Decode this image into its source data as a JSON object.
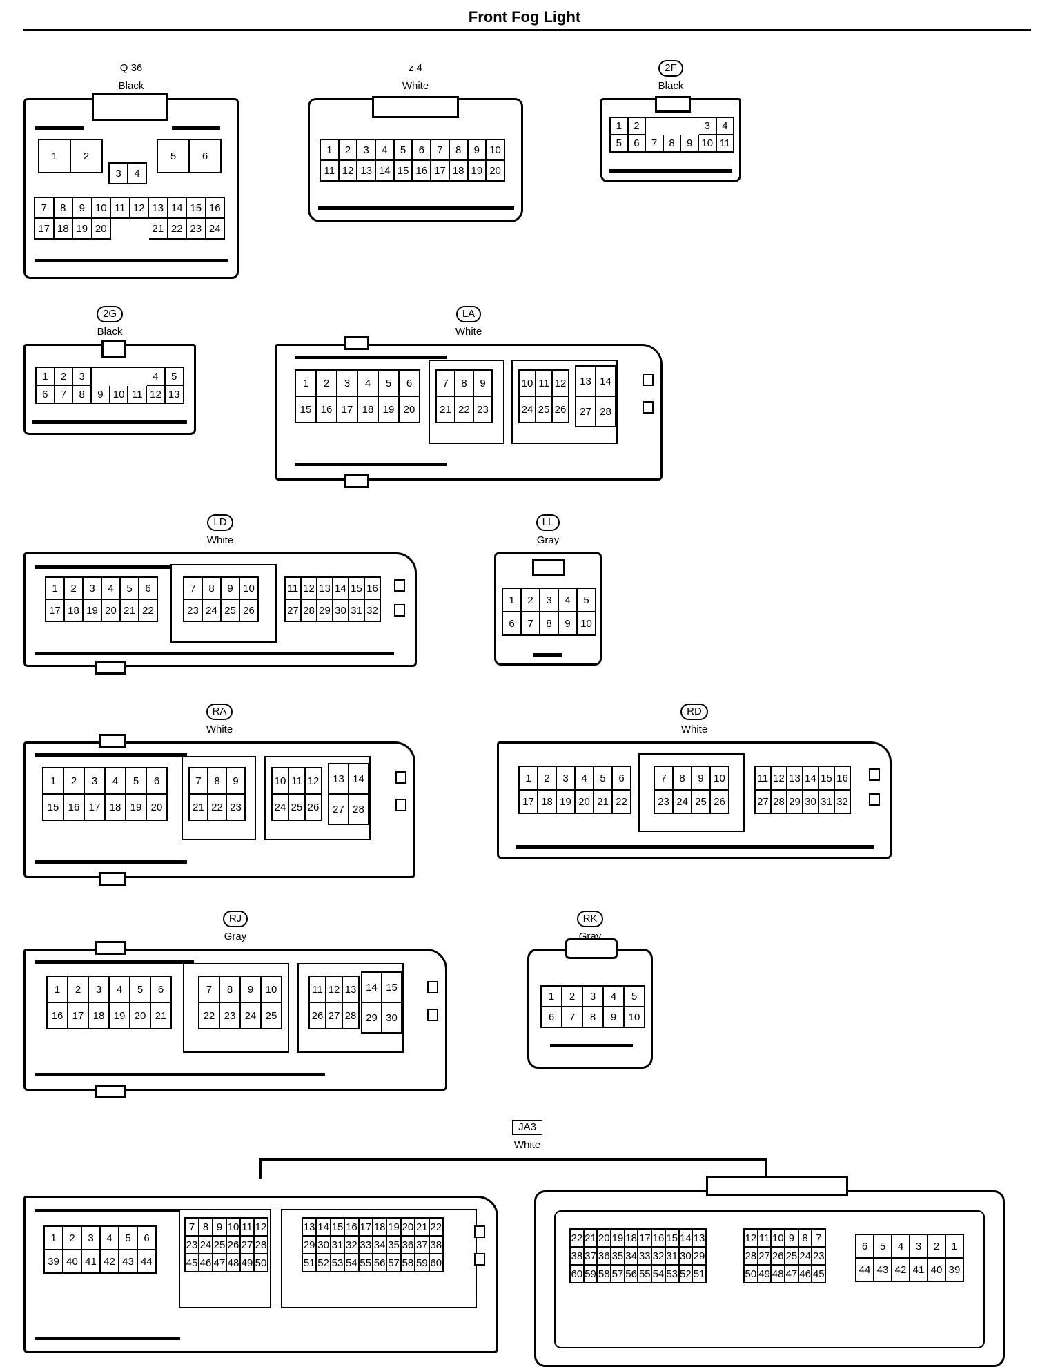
{
  "page": {
    "title": "Front Fog Light"
  },
  "connectors": [
    {
      "id": "Q 36",
      "color": "Black",
      "badge": "plain",
      "blocks": [
        {
          "pins": [
            [
              "1",
              "2"
            ]
          ]
        },
        {
          "pins": [
            [
              "3",
              "4"
            ]
          ]
        },
        {
          "pins": [
            [
              "5",
              "6"
            ]
          ]
        },
        {
          "pins": [
            [
              "7",
              "8",
              "9",
              "10",
              "11",
              "12",
              "13",
              "14",
              "15",
              "16"
            ],
            [
              "17",
              "18",
              "19",
              "20",
              "",
              "",
              "21",
              "22",
              "23",
              "24"
            ]
          ]
        }
      ]
    },
    {
      "id": "z 4",
      "color": "White",
      "badge": "plain",
      "blocks": [
        {
          "pins": [
            [
              "1",
              "2",
              "3",
              "4",
              "5",
              "6",
              "7",
              "8",
              "9",
              "10"
            ],
            [
              "11",
              "12",
              "13",
              "14",
              "15",
              "16",
              "17",
              "18",
              "19",
              "20"
            ]
          ]
        }
      ]
    },
    {
      "id": "2F",
      "color": "Black",
      "badge": "pill",
      "blocks": [
        {
          "pins": [
            [
              "1",
              "2",
              "",
              "",
              "",
              "3",
              "4"
            ],
            [
              "5",
              "6",
              "7",
              "8",
              "9",
              "10",
              "11"
            ]
          ]
        }
      ]
    },
    {
      "id": "2G",
      "color": "Black",
      "badge": "pill",
      "blocks": [
        {
          "pins": [
            [
              "1",
              "2",
              "3",
              "",
              "",
              "",
              "4",
              "5"
            ],
            [
              "6",
              "7",
              "8",
              "9",
              "10",
              "11",
              "12",
              "13"
            ]
          ]
        }
      ]
    },
    {
      "id": "LA",
      "color": "White",
      "badge": "pill",
      "blocks": [
        {
          "pins": [
            [
              "1",
              "2",
              "3",
              "4",
              "5",
              "6"
            ],
            [
              "15",
              "16",
              "17",
              "18",
              "19",
              "20"
            ]
          ]
        },
        {
          "pins": [
            [
              "7",
              "8",
              "9"
            ],
            [
              "21",
              "22",
              "23"
            ]
          ]
        },
        {
          "pins": [
            [
              "10",
              "11",
              "12"
            ],
            [
              "24",
              "25",
              "26"
            ]
          ]
        },
        {
          "pins": [
            [
              "13",
              "14"
            ],
            [
              "27",
              "28"
            ]
          ]
        }
      ]
    },
    {
      "id": "LD",
      "color": "White",
      "badge": "pill",
      "blocks": [
        {
          "pins": [
            [
              "1",
              "2",
              "3",
              "4",
              "5",
              "6"
            ],
            [
              "17",
              "18",
              "19",
              "20",
              "21",
              "22"
            ]
          ]
        },
        {
          "pins": [
            [
              "7",
              "8",
              "9",
              "10"
            ],
            [
              "23",
              "24",
              "25",
              "26"
            ]
          ]
        },
        {
          "pins": [
            [
              "11",
              "12",
              "13",
              "14",
              "15",
              "16"
            ],
            [
              "27",
              "28",
              "29",
              "30",
              "31",
              "32"
            ]
          ]
        }
      ]
    },
    {
      "id": "LL",
      "color": "Gray",
      "badge": "pill",
      "blocks": [
        {
          "pins": [
            [
              "1",
              "2",
              "3",
              "4",
              "5"
            ],
            [
              "6",
              "7",
              "8",
              "9",
              "10"
            ]
          ]
        }
      ]
    },
    {
      "id": "RA",
      "color": "White",
      "badge": "pill",
      "blocks": [
        {
          "pins": [
            [
              "1",
              "2",
              "3",
              "4",
              "5",
              "6"
            ],
            [
              "15",
              "16",
              "17",
              "18",
              "19",
              "20"
            ]
          ]
        },
        {
          "pins": [
            [
              "7",
              "8",
              "9"
            ],
            [
              "21",
              "22",
              "23"
            ]
          ]
        },
        {
          "pins": [
            [
              "10",
              "11",
              "12"
            ],
            [
              "24",
              "25",
              "26"
            ]
          ]
        },
        {
          "pins": [
            [
              "13",
              "14"
            ],
            [
              "27",
              "28"
            ]
          ]
        }
      ]
    },
    {
      "id": "RD",
      "color": "White",
      "badge": "pill",
      "blocks": [
        {
          "pins": [
            [
              "1",
              "2",
              "3",
              "4",
              "5",
              "6"
            ],
            [
              "17",
              "18",
              "19",
              "20",
              "21",
              "22"
            ]
          ]
        },
        {
          "pins": [
            [
              "7",
              "8",
              "9",
              "10"
            ],
            [
              "23",
              "24",
              "25",
              "26"
            ]
          ]
        },
        {
          "pins": [
            [
              "11",
              "12",
              "13",
              "14",
              "15",
              "16"
            ],
            [
              "27",
              "28",
              "29",
              "30",
              "31",
              "32"
            ]
          ]
        }
      ]
    },
    {
      "id": "RJ",
      "color": "Gray",
      "badge": "pill",
      "blocks": [
        {
          "pins": [
            [
              "1",
              "2",
              "3",
              "4",
              "5",
              "6"
            ],
            [
              "16",
              "17",
              "18",
              "19",
              "20",
              "21"
            ]
          ]
        },
        {
          "pins": [
            [
              "7",
              "8",
              "9",
              "10"
            ],
            [
              "22",
              "23",
              "24",
              "25"
            ]
          ]
        },
        {
          "pins": [
            [
              "11",
              "12",
              "13"
            ],
            [
              "26",
              "27",
              "28"
            ]
          ]
        },
        {
          "pins": [
            [
              "14",
              "15"
            ],
            [
              "29",
              "30"
            ]
          ]
        }
      ]
    },
    {
      "id": "RK",
      "color": "Gray",
      "badge": "pill",
      "blocks": [
        {
          "pins": [
            [
              "1",
              "2",
              "3",
              "4",
              "5"
            ],
            [
              "6",
              "7",
              "8",
              "9",
              "10"
            ]
          ]
        }
      ]
    },
    {
      "id": "JA3",
      "color": "White",
      "badge": "box",
      "blocks": [
        {
          "pins": [
            [
              "1",
              "2",
              "3",
              "4",
              "5",
              "6"
            ],
            [
              "39",
              "40",
              "41",
              "42",
              "43",
              "44"
            ]
          ]
        },
        {
          "pins": [
            [
              "7",
              "8",
              "9",
              "10",
              "11",
              "12"
            ],
            [
              "23",
              "24",
              "25",
              "26",
              "27",
              "28"
            ],
            [
              "45",
              "46",
              "47",
              "48",
              "49",
              "50"
            ]
          ]
        },
        {
          "pins": [
            [
              "13",
              "14",
              "15",
              "16",
              "17",
              "18",
              "19",
              "20",
              "21",
              "22"
            ],
            [
              "29",
              "30",
              "31",
              "32",
              "33",
              "34",
              "35",
              "36",
              "37",
              "38"
            ],
            [
              "51",
              "52",
              "53",
              "54",
              "55",
              "56",
              "57",
              "58",
              "59",
              "60"
            ]
          ]
        },
        {
          "pins": [
            [
              "22",
              "21",
              "20",
              "19",
              "18",
              "17",
              "16",
              "15",
              "14",
              "13"
            ],
            [
              "38",
              "37",
              "36",
              "35",
              "34",
              "33",
              "32",
              "31",
              "30",
              "29"
            ],
            [
              "60",
              "59",
              "58",
              "57",
              "56",
              "55",
              "54",
              "53",
              "52",
              "51"
            ]
          ]
        },
        {
          "pins": [
            [
              "12",
              "11",
              "10",
              "9",
              "8",
              "7"
            ],
            [
              "28",
              "27",
              "26",
              "25",
              "24",
              "23"
            ],
            [
              "50",
              "49",
              "48",
              "47",
              "46",
              "45"
            ]
          ]
        },
        {
          "pins": [
            [
              "6",
              "5",
              "4",
              "3",
              "2",
              "1"
            ],
            [
              "44",
              "43",
              "42",
              "41",
              "40",
              "39"
            ]
          ]
        }
      ]
    }
  ]
}
